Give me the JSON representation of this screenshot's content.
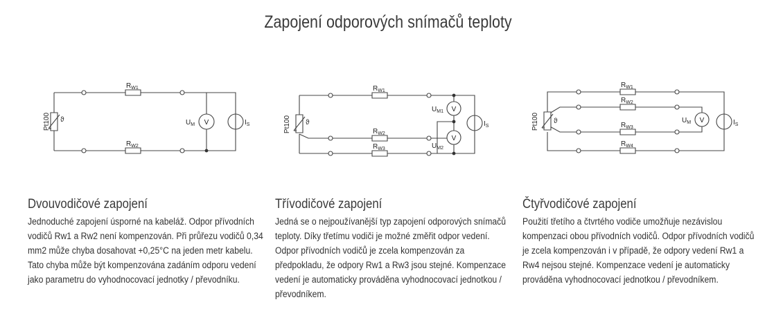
{
  "page": {
    "title": "Zapojení odporových snímačů teploty"
  },
  "diagrams": [
    {
      "sensor_label": "Pt100",
      "theta": "ϑ",
      "resistors": [
        {
          "main": "R",
          "sub": "W1"
        },
        {
          "main": "R",
          "sub": "W2"
        }
      ],
      "voltmeters": [
        {
          "main": "U",
          "sub": "M"
        }
      ],
      "current_source": {
        "main": "I",
        "sub": "S"
      },
      "meter_symbol": "V"
    },
    {
      "sensor_label": "Pt100",
      "theta": "ϑ",
      "resistors": [
        {
          "main": "R",
          "sub": "W1"
        },
        {
          "main": "R",
          "sub": "W2"
        },
        {
          "main": "R",
          "sub": "W3"
        }
      ],
      "voltmeters": [
        {
          "main": "U",
          "sub": "M1"
        },
        {
          "main": "U",
          "sub": "M2"
        }
      ],
      "current_source": {
        "main": "I",
        "sub": "S"
      },
      "meter_symbol": "V"
    },
    {
      "sensor_label": "Pt100",
      "theta": "ϑ",
      "resistors": [
        {
          "main": "R",
          "sub": "W1"
        },
        {
          "main": "R",
          "sub": "W2"
        },
        {
          "main": "R",
          "sub": "W3"
        },
        {
          "main": "R",
          "sub": "W4"
        }
      ],
      "voltmeters": [
        {
          "main": "U",
          "sub": "M"
        }
      ],
      "current_source": {
        "main": "I",
        "sub": "S"
      },
      "meter_symbol": "V"
    }
  ],
  "sections": [
    {
      "heading": "Dvouvodičové zapojení",
      "text": "Jednoduché zapojení úsporné na kabeláž. Odpor přívodních vodičů Rw1 a Rw2 není kompenzován. Při průřezu vodičů 0,34 mm2 může chyba dosahovat +0,25°C na jeden metr kabelu. Tato chyba může být kompenzována zadáním odporu vedení jako parametru do vyhodnocovací jednotky / převodníku."
    },
    {
      "heading": "Třívodičové zapojení",
      "text": "Jedná se o nejpoužívanější typ zapojení odporových snímačů teploty. Díky třetímu vodiči je možné změřit odpor vedení. Odpor přívodních vodičů je zcela kompenzován za předpokladu, že odpory Rw1 a Rw3 jsou stejné. Kompenzace vedení je automaticky prováděna vyhodnocovací jednotkou / převodníkem."
    },
    {
      "heading": "Čtyřvodičové zapojení",
      "text": "Použití třetího a čtvrtého vodiče umožňuje nezávislou kompenzaci obou přívodních vodičů. Odpor přívodních vodičů je zcela kompenzován i v případě, že odpory vedení Rw1 a Rw4 nejsou stejné. Kompenzace vedení je automaticky prováděna vyhodnocovací jednotkou / převodníkem."
    }
  ]
}
